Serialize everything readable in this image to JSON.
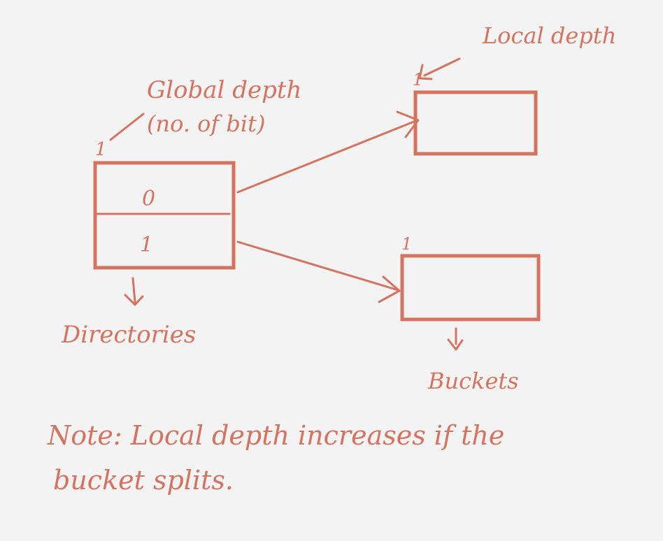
{
  "colors": {
    "background": "#f4f3f3",
    "ink": "#d4735f"
  },
  "directory": {
    "global_depth_label_line1": "Global depth",
    "global_depth_label_line2": "(no. of bit)",
    "global_depth_value": "1",
    "entries": [
      "0",
      "1"
    ],
    "caption": "Directories"
  },
  "buckets": {
    "local_depth_label": "Local depth",
    "top_depth": "1",
    "bottom_depth": "1",
    "caption": "Buckets"
  },
  "note": {
    "line1": "Note: Local depth increases if the",
    "line2": "bucket splits."
  }
}
